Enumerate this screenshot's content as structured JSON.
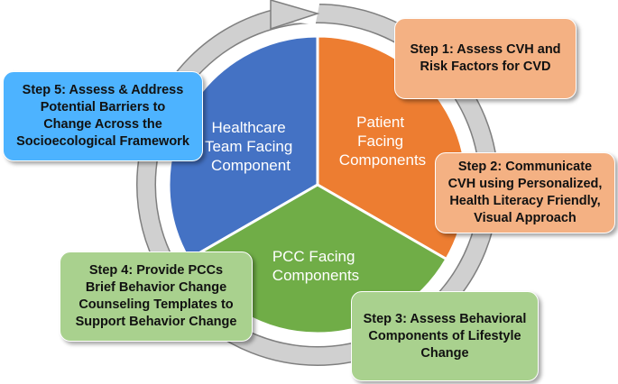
{
  "colors": {
    "healthcare_segment": "#4472c4",
    "patient_segment": "#ed7d31",
    "pcc_segment": "#70ad47",
    "ring": "#bfbfbf",
    "ring_outline": "#7f7f7f",
    "orange_box": "#f4b183",
    "green_box": "#a9d18e",
    "blue_box": "#4db3ff"
  },
  "segments": {
    "healthcare": {
      "line1": "Healthcare",
      "line2": "Team Facing",
      "line3": "Component"
    },
    "patient": {
      "line1": "Patient",
      "line2": "Facing",
      "line3": "Components"
    },
    "pcc": {
      "line1": "PCC Facing",
      "line2": "Components"
    }
  },
  "steps": {
    "step1": "Step 1: Assess CVH and\nRisk Factors for CVD",
    "step2": "Step 2: Communicate\nCVH using Personalized,\nHealth Literacy Friendly,\nVisual Approach",
    "step3": "Step 3: Assess Behavioral\nComponents of Lifestyle\nChange",
    "step4": "Step 4: Provide PCCs\nBrief Behavior Change\nCounseling Templates to\nSupport Behavior Change",
    "step5": "Step 5: Assess & Address\nPotential Barriers to\nChange Across the\nSocioecological Framework"
  }
}
